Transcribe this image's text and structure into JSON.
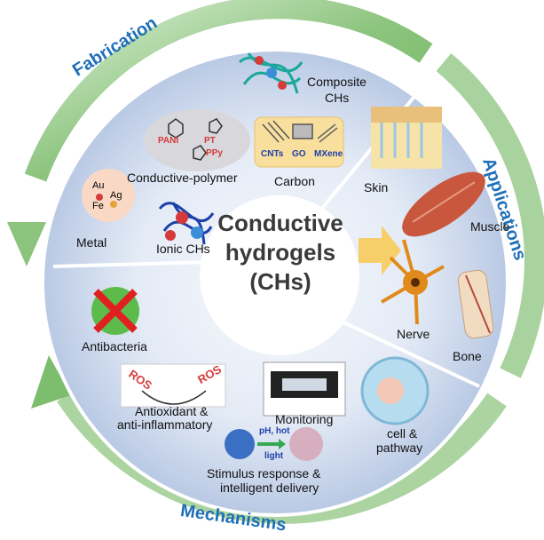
{
  "ring_labels": {
    "fabrication": "Fabrication",
    "applications": "Applications",
    "mechanisms": "Mechanisms"
  },
  "center": {
    "line1": "Conductive",
    "line2": "hydrogels",
    "line3": "(CHs)"
  },
  "fabrication": {
    "composite": {
      "line1": "Composite",
      "line2": "CHs"
    },
    "polymer": {
      "label": "Conductive-polymer",
      "pani": "PANI",
      "pt": "PT",
      "ppy": "PPy"
    },
    "carbon": {
      "label": "Carbon",
      "cnts": "CNTs",
      "go": "GO",
      "mxene": "MXene"
    },
    "metal": {
      "label": "Metal",
      "au": "Au",
      "ag": "Ag",
      "fe": "Fe"
    },
    "ionic": {
      "label": "Ionic CHs"
    }
  },
  "applications": {
    "skin": "Skin",
    "muscle": "Muscle",
    "nerve": "Nerve",
    "bone": "Bone"
  },
  "mechanisms": {
    "antibacteria": "Antibacteria",
    "antioxidant_line1": "Antioxidant &",
    "antioxidant_line2": "anti-inflammatory",
    "ros": "ROS",
    "monitoring": "Monitoring",
    "cell_line1": "cell &",
    "cell_line2": "pathway",
    "stimulus_line1": "Stimulus response &",
    "stimulus_line2": "intelligent delivery",
    "ph_hot": "pH, hot",
    "light": "light"
  },
  "colors": {
    "ring": "#8cc47e",
    "ring_text": "#1f6fb8",
    "disc_edge": "#dde6f4",
    "disc_inner": "#b9c9e4",
    "center_text": "#3a3a3a"
  }
}
